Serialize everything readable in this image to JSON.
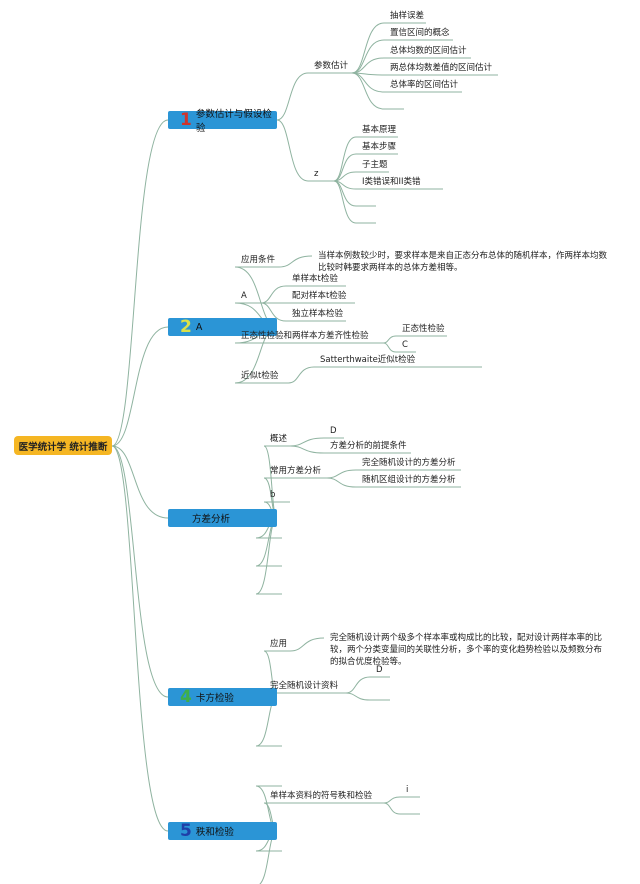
{
  "root": "医学统计学 统计推断",
  "colors": {
    "root_fill": "#f5b623",
    "branch_fill": "#2b95d6",
    "line": "#8fb3a0"
  },
  "branches": [
    {
      "num": "1",
      "num_color": "#d0342c",
      "label": "参数估计与假设检验",
      "children": [
        {
          "label": "参数估计",
          "children": [
            "抽样误差",
            "置信区间的概念",
            "总体均数的区间估计",
            "两总体均数差值的区间估计",
            "总体率的区间估计",
            ""
          ]
        },
        {
          "label": "z",
          "children": [
            "基本原理",
            "基本步骤",
            "子主题",
            "I类错误和II类错",
            "",
            ""
          ]
        }
      ]
    },
    {
      "num": "2",
      "num_color": "#d9e04a",
      "label": "A",
      "children": [
        {
          "label": "应用条件",
          "note": "当样本例数较少时，要求样本是来自正态分布总体的随机样本，作两样本均数比较时韩要求两样本的总体方差相等。"
        },
        {
          "label": "A",
          "children": [
            "单样本t检验",
            "配对样本t检验",
            "独立样本检验"
          ]
        },
        {
          "label": "正态性检验和两样本方差齐性检验",
          "children": [
            "正态性检验",
            "C"
          ]
        },
        {
          "label": "近似t检验",
          "children": [
            "Satterthwaite近似t检验"
          ]
        }
      ]
    },
    {
      "num": "",
      "num_color": "#2b95d6",
      "label": "方差分析",
      "children": [
        {
          "label": "概述",
          "children": [
            "D",
            "方差分析的前提条件"
          ]
        },
        {
          "label": "常用方差分析",
          "children": [
            "完全随机设计的方差分析",
            "随机区组设计的方差分析"
          ]
        },
        {
          "label": "b",
          "children": []
        },
        {
          "label": "",
          "children": []
        },
        {
          "label": "",
          "children": []
        },
        {
          "label": "",
          "children": []
        }
      ]
    },
    {
      "num": "4",
      "num_color": "#3fae49",
      "label": "卡方检验",
      "children": [
        {
          "label": "应用",
          "note": "完全随机设计两个级多个样本率或构成比的比较，配对设计两样本率的比较，两个分类变量间的关联性分析，多个率的变化趋势检验以及频数分布的拟合优度检验等。"
        },
        {
          "label": "完全随机设计资料",
          "children": [
            "D",
            ""
          ]
        },
        {
          "label": "",
          "children": []
        }
      ]
    },
    {
      "num": "5",
      "num_color": "#1f3fa8",
      "label": "秩和检验",
      "children": [
        {
          "label": "",
          "children": []
        },
        {
          "label": "单样本资料的符号秩和检验",
          "children": [
            "i",
            ""
          ]
        },
        {
          "label": "",
          "children": []
        },
        {
          "label": "",
          "children": []
        }
      ]
    }
  ]
}
